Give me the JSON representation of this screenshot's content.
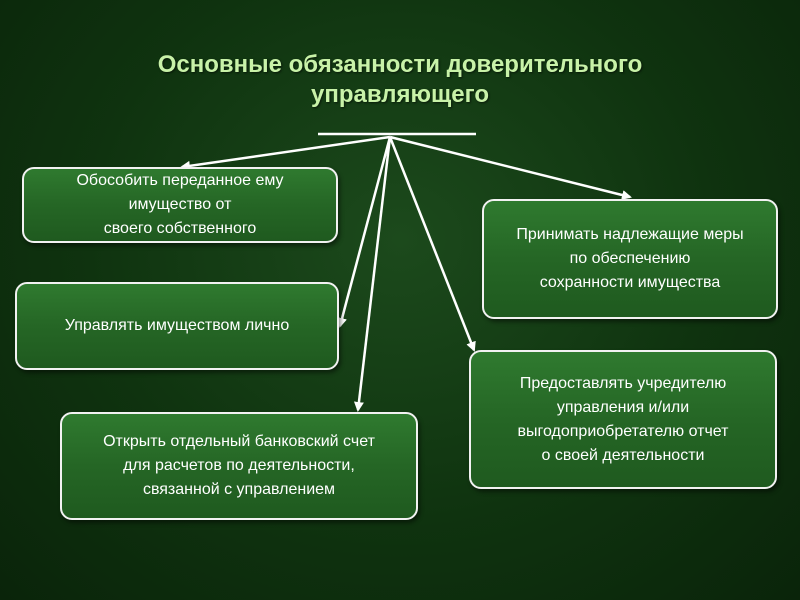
{
  "title": {
    "line1": "Основные обязанности доверительного",
    "line2": "управляющего"
  },
  "boxes": {
    "separate": {
      "line1": "Обособить переданное ему",
      "line2": "имущество от",
      "line3": "своего собственного"
    },
    "manage": {
      "line1": "Управлять имуществом лично"
    },
    "account": {
      "line1": "Открыть отдельный банковский счет",
      "line2": "для расчетов по деятельности,",
      "line3": "связанной с управлением"
    },
    "safety": {
      "line1": "Принимать надлежащие меры",
      "line2": "по обеспечению",
      "line3": "сохранности имущества"
    },
    "report": {
      "line1": "Предоставлять учредителю",
      "line2": "управления и/или",
      "line3": "выгодоприобретателю отчет",
      "line4": "о своей деятельности"
    }
  },
  "colors": {
    "background": "#103410",
    "box_fill": "#2a6e2a",
    "box_border": "#f2f2f2",
    "title_text": "#c8f2a8",
    "connector": "#ffffff"
  }
}
